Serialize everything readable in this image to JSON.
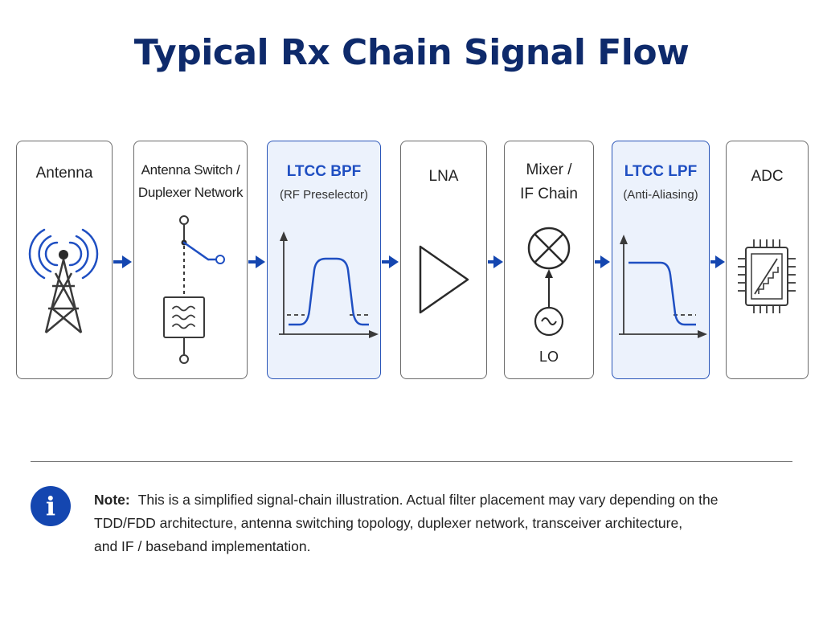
{
  "title": "Typical Rx Chain Signal Flow",
  "blocks": [
    {
      "id": "antenna",
      "label": "Antenna",
      "icon": "antenna-tower-icon"
    },
    {
      "id": "switch",
      "label_lines": [
        "Antenna Switch /",
        "Duplexer Network"
      ],
      "icon": "switch-duplexer-icon"
    },
    {
      "id": "bpf",
      "label": "LTCC BPF",
      "sub": "(RF Preselector)",
      "icon": "bandpass-response-icon",
      "highlight": true
    },
    {
      "id": "lna",
      "label": "LNA",
      "icon": "amplifier-triangle-icon"
    },
    {
      "id": "mixer",
      "label_lines": [
        "Mixer /",
        "IF Chain"
      ],
      "lo": "LO",
      "icon": "mixer-icon"
    },
    {
      "id": "lpf",
      "label": "LTCC LPF",
      "sub": "(Anti-Aliasing)",
      "icon": "lowpass-response-icon",
      "highlight": true
    },
    {
      "id": "adc",
      "label": "ADC",
      "icon": "adc-chip-icon"
    }
  ],
  "colors": {
    "title": "#0e2a6b",
    "accent": "#1f4fc2",
    "highlight_fill": "#ecf2fc",
    "arrow": "#1446b0",
    "border": "#6b6b6b"
  },
  "note": {
    "label": "Note:",
    "lines": [
      "This is a simplified signal-chain illustration. Actual filter placement may vary depending on the",
      "TDD/FDD architecture, antenna switching topology, duplexer network, transceiver architecture,",
      "and IF / baseband implementation."
    ],
    "icon_glyph": "i"
  }
}
